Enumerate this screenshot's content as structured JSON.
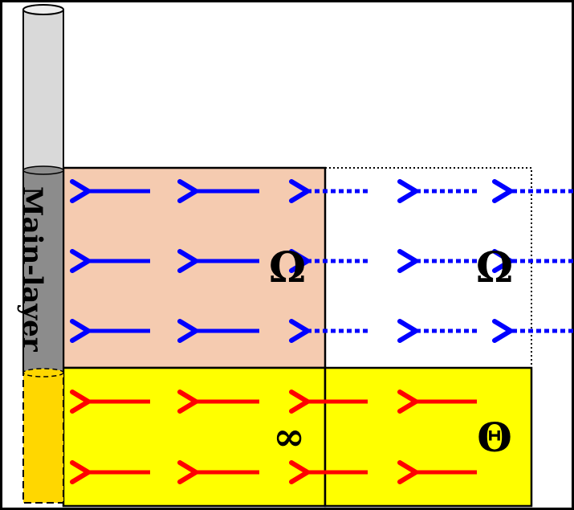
{
  "labels": {
    "main_layer": "Main-layer",
    "omega_left": "Ω",
    "omega_right": "Ω",
    "infinity": "∞",
    "theta": "Θ"
  },
  "colors": {
    "tube_gray": "#d9d9d9",
    "tube_dark": "#8c8c8c",
    "tube_yellow": "#ffd700",
    "salmon_region": "#f5cbb0",
    "yellow_region": "#ffff00",
    "blue_arrow": "#0000ff",
    "red_arrow": "#ff0000"
  },
  "arrows": {
    "blue_solid_rows": 3,
    "blue_dotted_rows": 3,
    "red_rows": 2
  }
}
